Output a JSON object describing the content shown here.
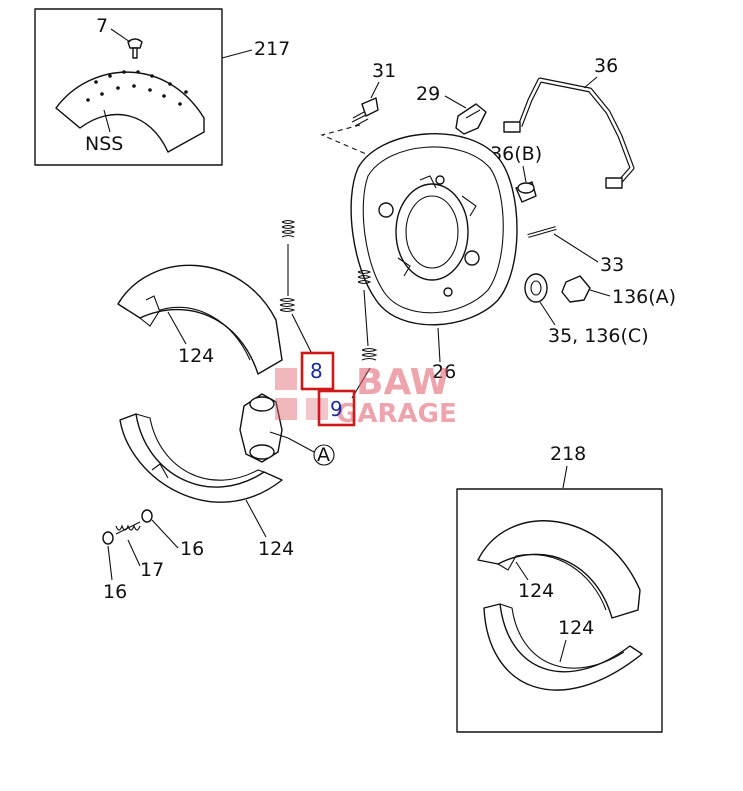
{
  "labels": {
    "p7": "7",
    "p217": "217",
    "nss": "NSS",
    "p31": "31",
    "p29": "29",
    "p36": "36",
    "p136b": "136(B)",
    "p33": "33",
    "p136a": "136(A)",
    "p35_136c": "35, 136(C)",
    "p26": "26",
    "p124_upper": "124",
    "p124_lower": "124",
    "p16_a": "16",
    "p16_b": "16",
    "p17": "17",
    "pA": "A",
    "p218": "218",
    "p124_box_upper": "124",
    "p124_box_lower": "124"
  },
  "highlights": {
    "h8": "8",
    "h9": "9"
  },
  "watermark": {
    "line1": "BAW",
    "line2": "GARAGE"
  },
  "colors": {
    "line": "#111111",
    "highlight_box": "#d01818",
    "highlight_text": "#1a2a9a",
    "watermark": "#e05a6a"
  }
}
